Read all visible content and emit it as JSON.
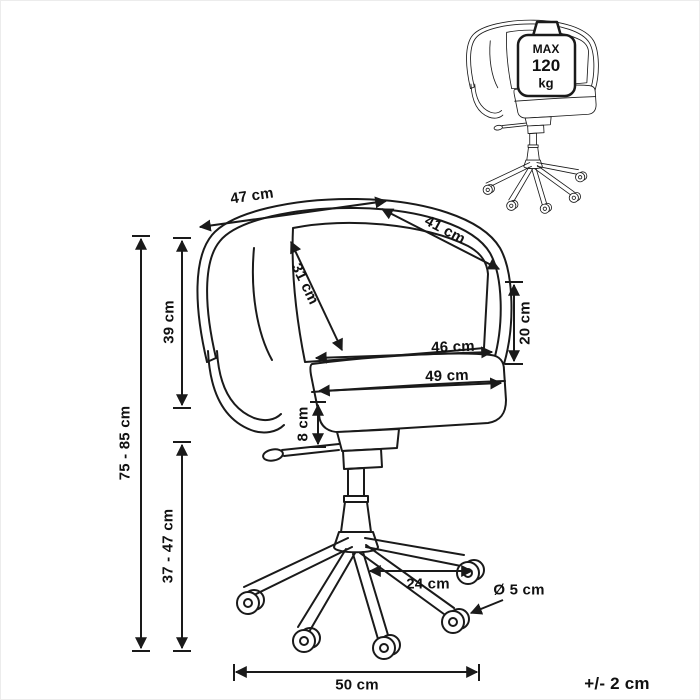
{
  "colors": {
    "ink": "#1a1a1a"
  },
  "weight_badge": {
    "line1": "MAX",
    "line2": "120",
    "line3": "kg"
  },
  "dimensions": {
    "top_width": "47 cm",
    "back_top_edge": "41 cm",
    "back_diagonal": "31 cm",
    "back_height": "39 cm",
    "back_side_height": "20 cm",
    "seat_back_width": "46 cm",
    "seat_front_width": "49 cm",
    "seat_thickness": "8 cm",
    "total_height": "75 - 85 cm",
    "seat_height": "37 - 47 cm",
    "leg_length": "24 cm",
    "caster_diameter": "Ø 5 cm",
    "base_width": "50 cm",
    "tolerance": "+/- 2 cm"
  }
}
